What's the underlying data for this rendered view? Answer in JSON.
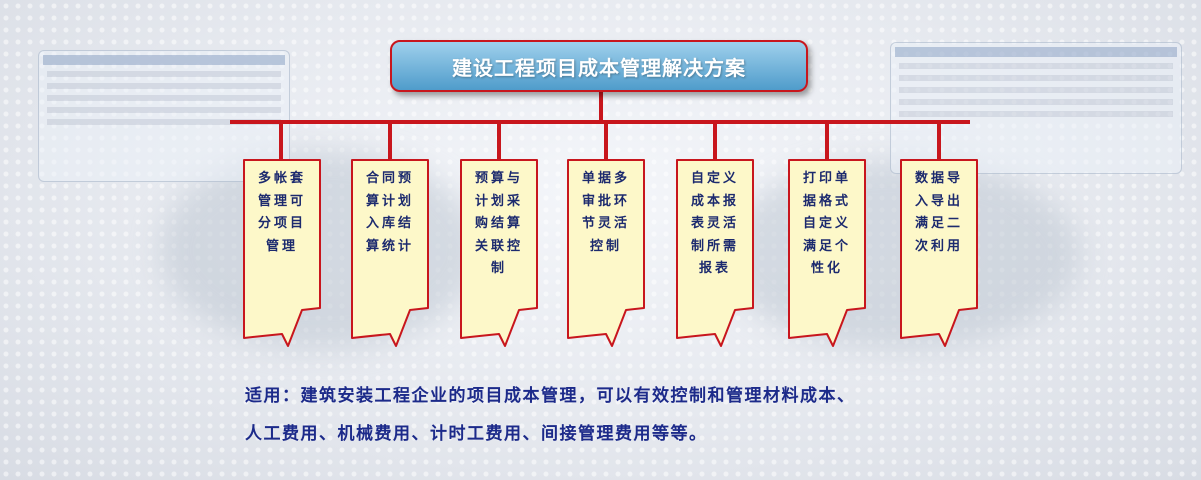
{
  "title": "建设工程项目成本管理解决方案",
  "features": [
    {
      "text": "多帐套管理可分项目管理"
    },
    {
      "text": "合同预算计划入库结算统计"
    },
    {
      "text": "预算与计划采购结算关联控制"
    },
    {
      "text": "单据多审批环节灵活控制"
    },
    {
      "text": "自定义成本报表灵活制所需报表"
    },
    {
      "text": "打印单据格式自定义满足个性化"
    },
    {
      "text": "数据导入导出满足二次利用"
    }
  ],
  "footer": {
    "line1": "适用：建筑安装工程企业的项目成本管理，可以有效控制和管理材料成本、",
    "line2": "人工费用、机械费用、计时工费用、间接管理费用等等。"
  },
  "colors": {
    "connector": "#c8161d",
    "card_fill": "#fdf8c9",
    "title_fill": "#5aa6d3",
    "text": "#1c2a6e"
  }
}
